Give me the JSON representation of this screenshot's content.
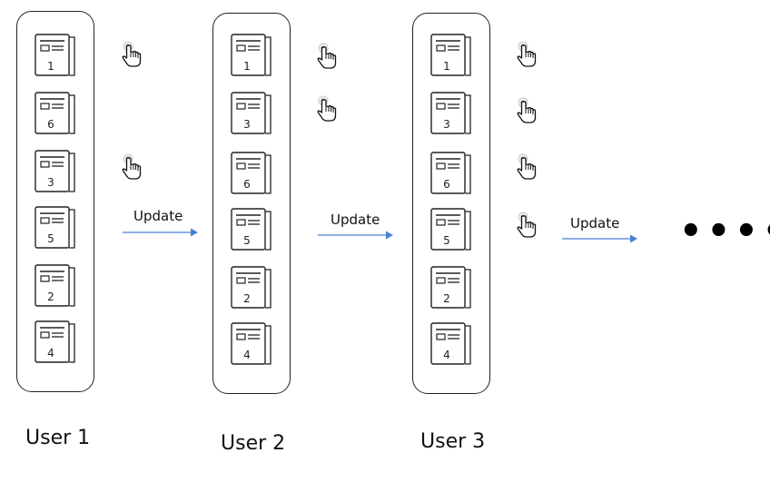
{
  "users": [
    {
      "label": "User 1",
      "docs": [
        "1",
        "6",
        "3",
        "5",
        "2",
        "4"
      ]
    },
    {
      "label": "User 2",
      "docs": [
        "1",
        "3",
        "6",
        "5",
        "2",
        "4"
      ]
    },
    {
      "label": "User 3",
      "docs": [
        "1",
        "3",
        "6",
        "5",
        "2",
        "4"
      ]
    }
  ],
  "update_label": "Update",
  "ellipsis": "••••",
  "icons": {
    "document": "news-document-icon",
    "click": "hand-click-icon",
    "arrow": "right-arrow-icon"
  },
  "colors": {
    "arrow": "#4a7fd4",
    "stroke": "#222222"
  }
}
